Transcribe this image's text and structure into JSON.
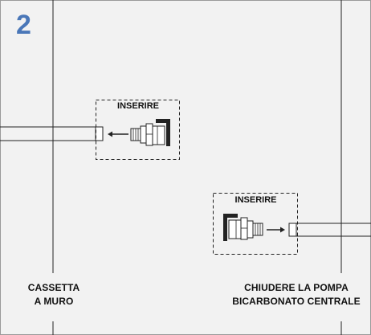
{
  "step": {
    "number": "2"
  },
  "fittings": [
    {
      "instruction": "INSERIRE"
    },
    {
      "instruction": "INSERIRE"
    }
  ],
  "walls": {
    "left_label_line1": "CASSETTA",
    "left_label_line2": "A MURO",
    "right_label_line1": "CHIUDERE LA POMPA",
    "right_label_line2": "BICARBONATO CENTRALE"
  },
  "colors": {
    "step_number": "#4a77b8",
    "background": "#f2f2f2",
    "line": "#222222",
    "fitting_fill": "#ffffff"
  }
}
